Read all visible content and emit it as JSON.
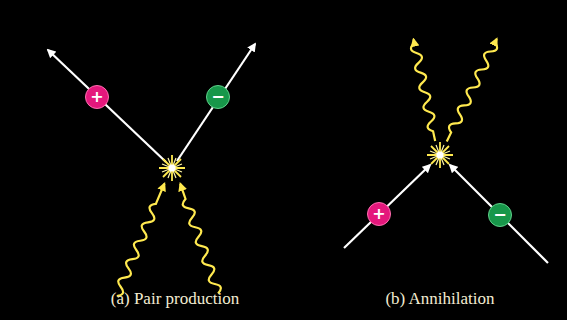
{
  "diagram": {
    "nodes": [
      {
        "text": [
          "+"
        ]
      },
      {
        "text": [
          "−"
        ]
      },
      {
        "text": [
          "+"
        ]
      },
      {
        "text": [
          "−"
        ]
      }
    ],
    "labels": [
      "(a) Pair production",
      "(b) Annihilation"
    ]
  }
}
